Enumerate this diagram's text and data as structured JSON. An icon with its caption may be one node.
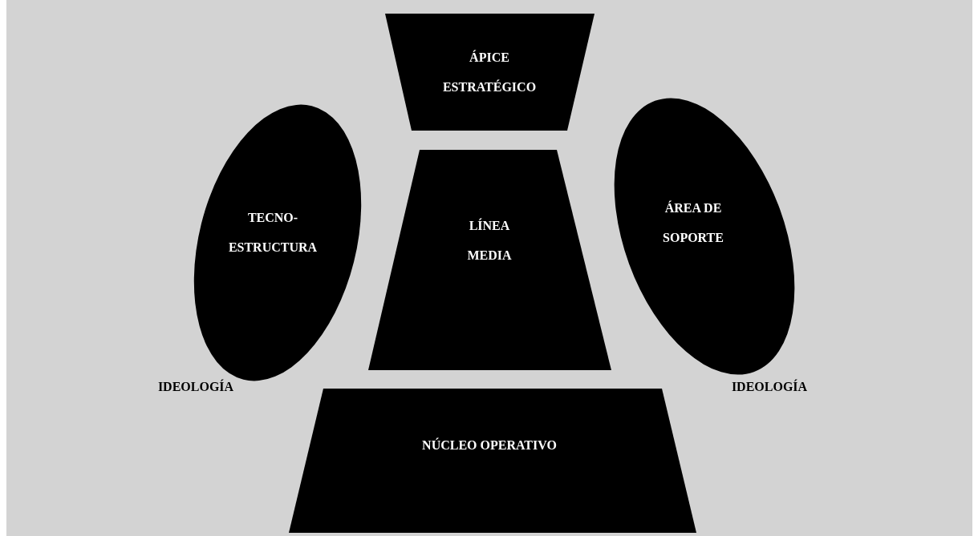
{
  "diagram": {
    "nodes": [
      {
        "text": [
          "ÁPICE ESTRATÉGICO"
        ]
      },
      {
        "text": [
          "TECNO- ESTRUCTURA"
        ]
      },
      {
        "text": [
          "LÍNEA MEDIA"
        ]
      },
      {
        "text": [
          "ÁREA DE SOPORTE"
        ]
      },
      {
        "text": [
          "NÚCLEO OPERATIVO"
        ]
      }
    ],
    "edges": [],
    "labels": [
      "IDEOLOGÍA",
      "IDEOLOGÍA"
    ]
  }
}
